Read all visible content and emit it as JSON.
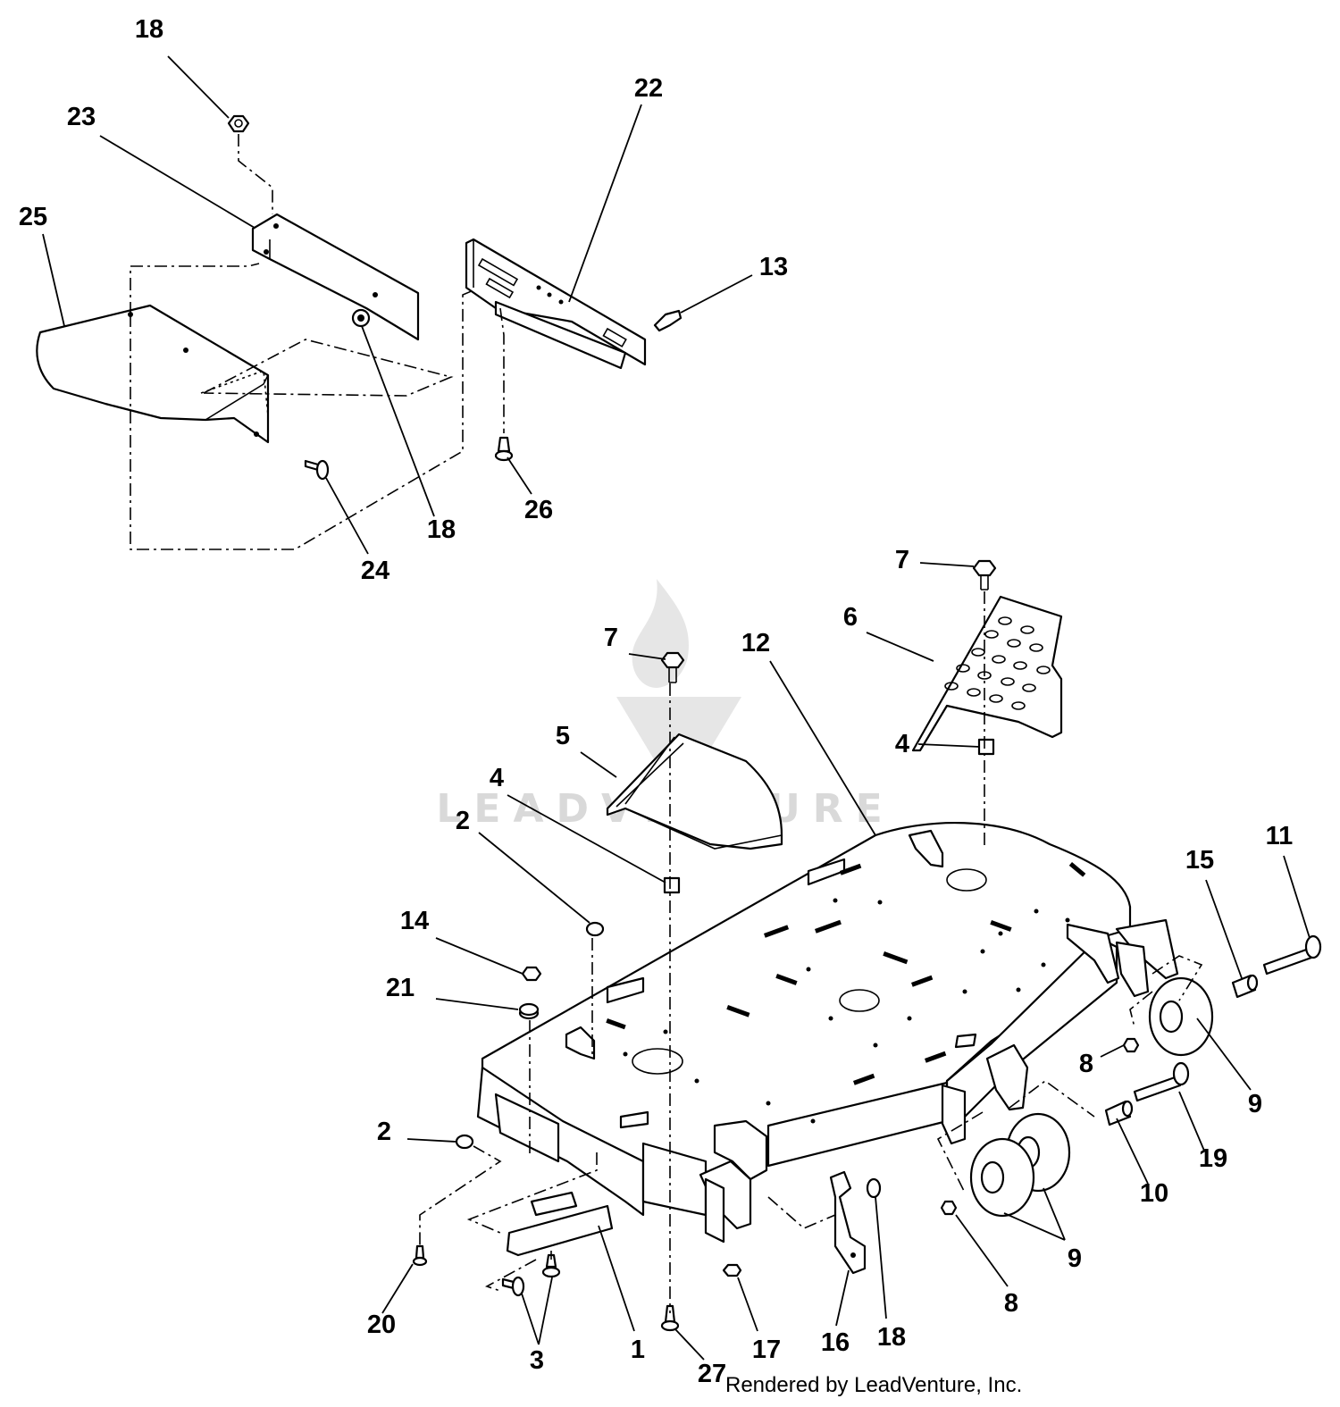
{
  "watermark": "LEADVENTURE",
  "footer": "Rendered by LeadVenture, Inc.",
  "callouts": {
    "c18_top": "18",
    "c23": "23",
    "c25": "25",
    "c22": "22",
    "c13": "13",
    "c18_mid": "18",
    "c24": "24",
    "c26": "26",
    "c7_right": "7",
    "c6": "6",
    "c7_left": "7",
    "c12": "12",
    "c5": "5",
    "c4_right": "4",
    "c4_left": "4",
    "c2_upper": "2",
    "c14": "14",
    "c21": "21",
    "c11": "11",
    "c15": "15",
    "c8_upper": "8",
    "c9_right": "9",
    "c19": "19",
    "c10": "10",
    "c2_lower": "2",
    "c9_lower": "9",
    "c8_lower": "8",
    "c20": "20",
    "c3": "3",
    "c1": "1",
    "c27": "27",
    "c17": "17",
    "c16": "16",
    "c18_low": "18"
  }
}
